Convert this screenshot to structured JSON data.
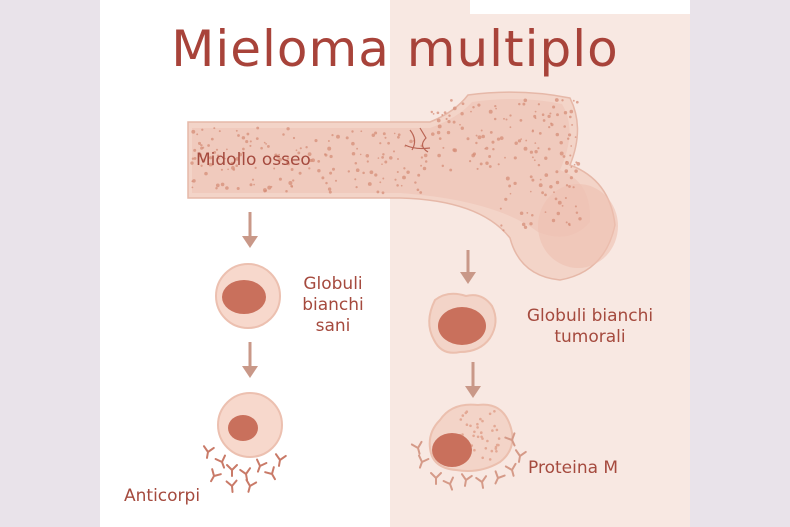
{
  "title": "Mieloma multiplo",
  "labels": {
    "bone_marrow": "Midollo osseo",
    "healthy_cells": [
      "Globuli",
      "bianchi",
      "sani"
    ],
    "tumor_cells": [
      "Globuli bianchi",
      "tumorali"
    ],
    "antibodies": "Anticorpi",
    "m_protein": "Proteina M"
  },
  "colors": {
    "title": "#a8433a",
    "text": "#a54a3e",
    "bone": "#f2d3c8",
    "speckle": "#d58d78",
    "arrow": "#c99888",
    "cell_outer": "#f4d0c3",
    "cell_nucleus": "#c9705c",
    "right_panel": "#f8e8e2"
  }
}
